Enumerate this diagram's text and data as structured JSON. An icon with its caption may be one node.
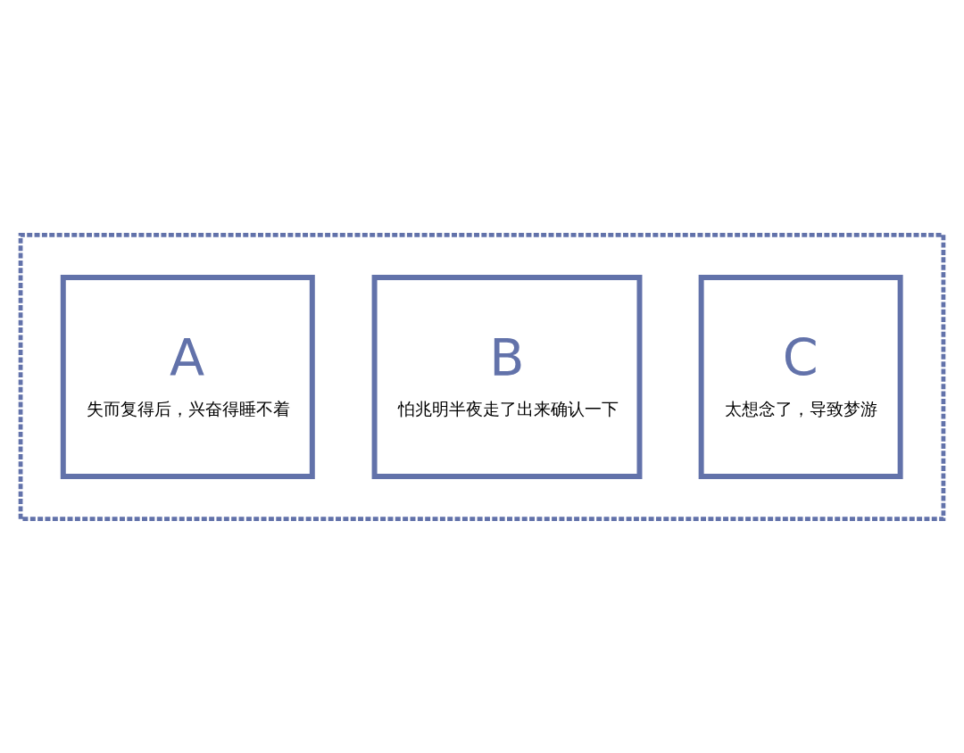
{
  "diagram": {
    "nodes": [
      {
        "text": [],
        "shape": "box"
      },
      {
        "text": [
          "A",
          "失而复得后，兴奋得睡不着"
        ],
        "in": 0
      },
      {
        "text": [
          "B",
          "怕兆明半夜走了出来确认一下"
        ],
        "in": 0
      },
      {
        "text": [
          "C",
          "太想念了，导致梦游"
        ],
        "in": 0
      }
    ],
    "edges": []
  }
}
